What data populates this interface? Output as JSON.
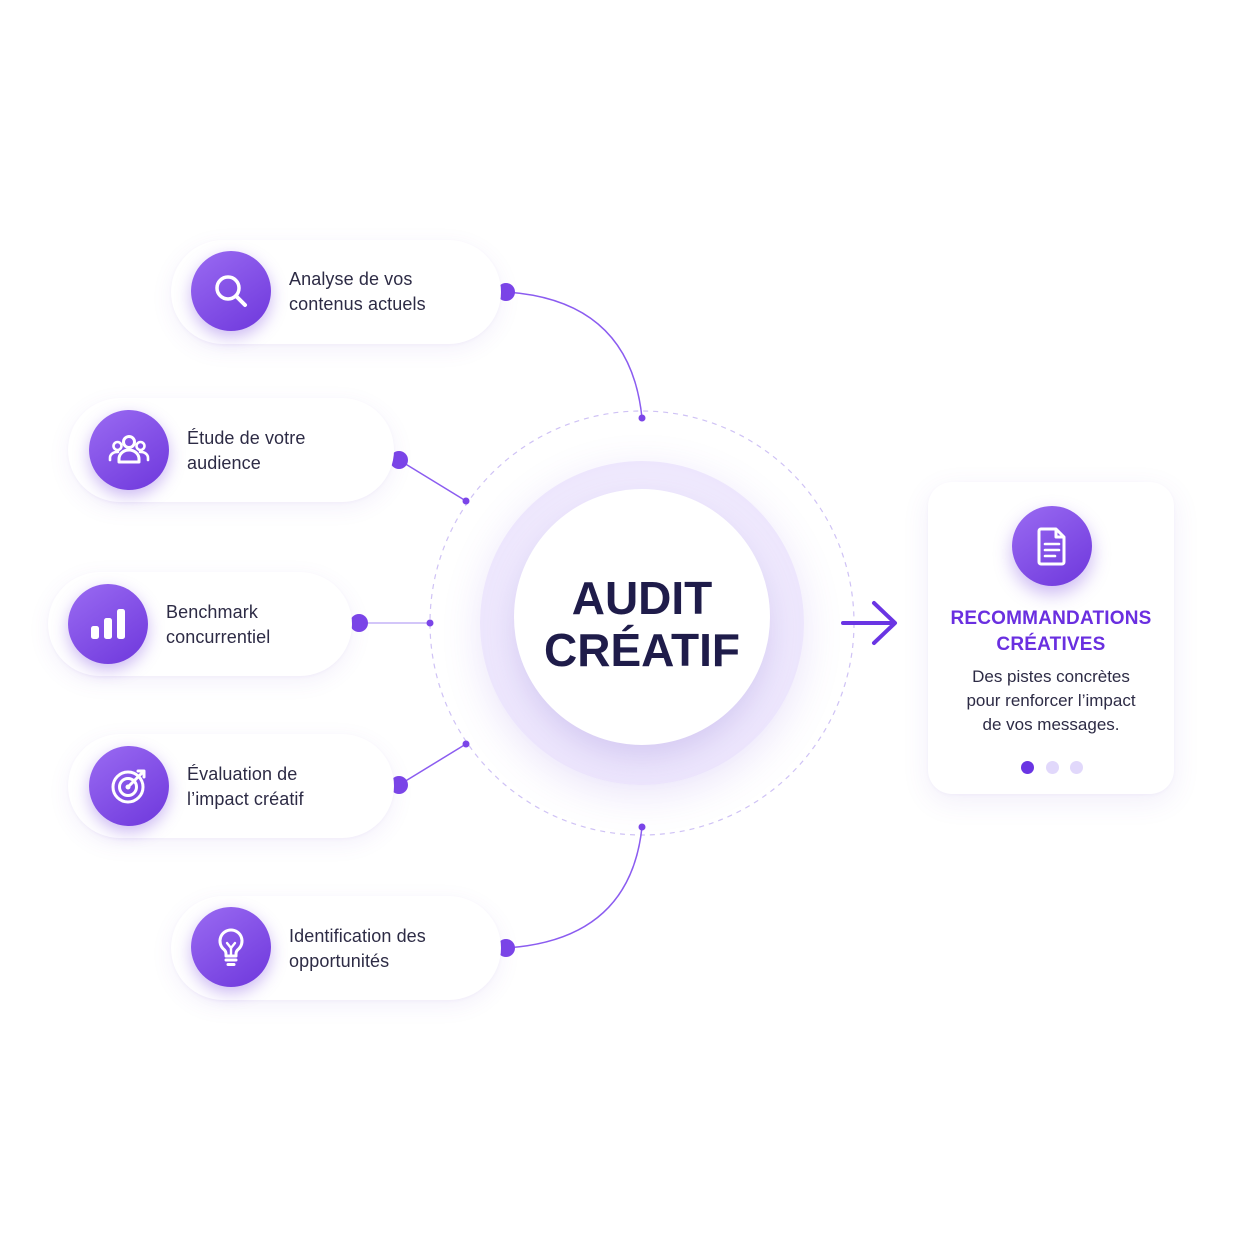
{
  "colors": {
    "accent": "#6e37dc",
    "accent_light": "#9a6bf2",
    "title_text": "#1f1c4a",
    "body_text": "#2d2b45",
    "highlight_title": "#6a2fe0"
  },
  "center": {
    "line1": "AUDIT",
    "line2": "CRÉATIF"
  },
  "steps": [
    {
      "icon": "search-icon",
      "line1": "Analyse de vos",
      "line2": "contenus actuels"
    },
    {
      "icon": "users-icon",
      "line1": "Étude de votre",
      "line2": "audience"
    },
    {
      "icon": "bar-chart-icon",
      "line1": "Benchmark",
      "line2": "concurrentiel"
    },
    {
      "icon": "target-icon",
      "line1": "Évaluation de",
      "line2": "l’impact créatif"
    },
    {
      "icon": "lightbulb-icon",
      "line1": "Identification des",
      "line2": "opportunités"
    }
  ],
  "result": {
    "icon": "document-icon",
    "title_line1": "RECOMMANDATIONS",
    "title_line2": "CRÉATIVES",
    "desc_line1": "Des pistes concrètes",
    "desc_line2": "pour renforcer l’impact",
    "desc_line3": "de vos messages.",
    "pagination": {
      "total": 3,
      "active": 1
    }
  }
}
